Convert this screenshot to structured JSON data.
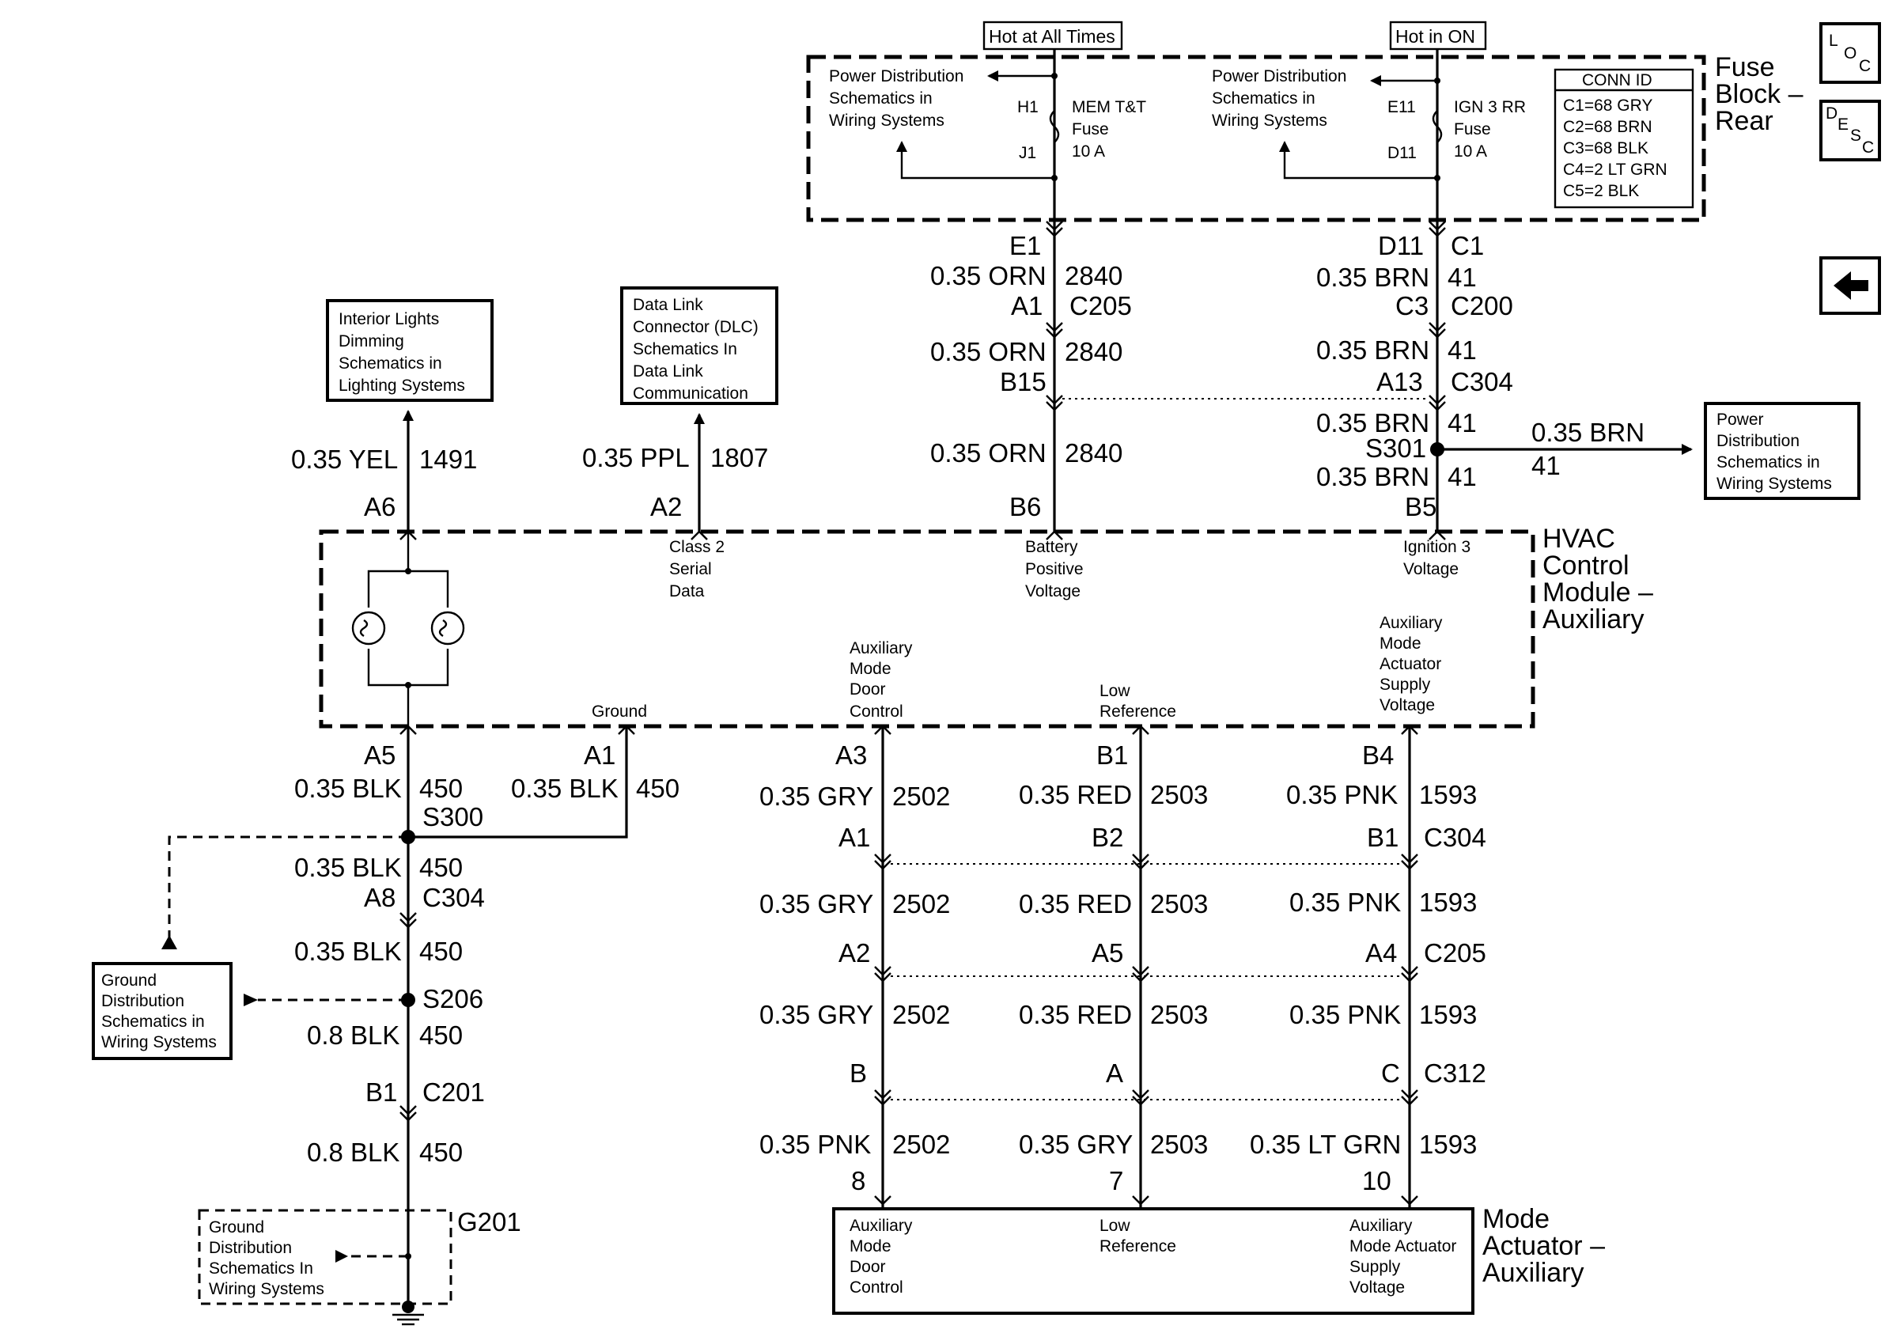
{
  "top_sources": {
    "hot_at_all_times": "Hot at All Times",
    "hot_in_on": "Hot in ON"
  },
  "fuse_block": {
    "title": [
      "Fuse",
      "Block –",
      "Rear"
    ],
    "pd_left": [
      "Power Distribution",
      "Schematics in",
      "Wiring Systems"
    ],
    "pd_right": [
      "Power Distribution",
      "Schematics in",
      "Wiring Systems"
    ],
    "fuse1": {
      "in": "H1",
      "out": "J1",
      "label": [
        "MEM T&T",
        "Fuse",
        "10 A"
      ]
    },
    "fuse2": {
      "in": "E11",
      "out": "D11",
      "label": [
        "IGN 3 RR",
        "Fuse",
        "10 A"
      ]
    },
    "conn_id": {
      "title": "CONN ID",
      "rows": [
        "C1=68 GRY",
        "C2=68 BRN",
        "C3=68 BLK",
        "C4=2 LT GRN",
        "C5=2 BLK"
      ]
    }
  },
  "nav": {
    "loc": [
      "L",
      "O",
      "C"
    ],
    "desc": [
      "D",
      "E",
      "S",
      "C"
    ],
    "back_icon": "left-arrow-icon"
  },
  "upper_wires": {
    "w2840": {
      "e1": "E1",
      "color1": "0.35 ORN",
      "num1": "2840",
      "a1": "A1",
      "c205": "C205",
      "color2": "0.35 ORN",
      "num2": "2840",
      "b15": "B15",
      "color3": "0.35 ORN",
      "num3": "2840",
      "b6": "B6"
    },
    "w41": {
      "d11": "D11",
      "c1": "C1",
      "color1": "0.35 BRN",
      "num1": "41",
      "c3": "C3",
      "c200": "C200",
      "color2": "0.35 BRN",
      "num2": "41",
      "a13": "A13",
      "c304": "C304",
      "color3": "0.35 BRN",
      "num3": "41",
      "s301": "S301",
      "color4": "0.35 BRN",
      "num4": "41",
      "b5": "B5",
      "branch_color": "0.35 BRN",
      "branch_num": "41"
    },
    "w1491": {
      "color": "0.35 YEL",
      "num": "1491",
      "pin": "A6"
    },
    "w1807": {
      "color": "0.35 PPL",
      "num": "1807",
      "pin": "A2"
    }
  },
  "boxes": {
    "interior_lights": [
      "Interior Lights",
      "Dimming",
      "Schematics in",
      "Lighting Systems"
    ],
    "dlc": [
      "Data Link",
      "Connector (DLC)",
      "Schematics In",
      "Data Link",
      "Communication"
    ],
    "pd_right": [
      "Power",
      "Distribution",
      "Schematics in",
      "Wiring Systems"
    ],
    "ground_dist": [
      "Ground",
      "Distribution",
      "Schematics in",
      "Wiring Systems"
    ],
    "ground_bottom": [
      "Ground",
      "Distribution",
      "Schematics In",
      "Wiring Systems"
    ]
  },
  "hvac": {
    "title": [
      "HVAC",
      "Control",
      "Module –",
      "Auxiliary"
    ],
    "class2": [
      "Class 2",
      "Serial",
      "Data"
    ],
    "battery": [
      "Battery",
      "Positive",
      "Voltage"
    ],
    "ignition": [
      "Ignition 3",
      "Voltage"
    ],
    "ground": "Ground",
    "aux_door": [
      "Auxiliary",
      "Mode",
      "Door",
      "Control"
    ],
    "low_ref": [
      "Low",
      "Reference"
    ],
    "aux_supply": [
      "Auxiliary",
      "Mode",
      "Actuator",
      "Supply",
      "Voltage"
    ]
  },
  "ground_wires": {
    "a5": "A5",
    "c1": "0.35 BLK",
    "n1": "450",
    "s300": "S300",
    "a1": "A1",
    "c1b": "0.35 BLK",
    "n1b": "450",
    "c2": "0.35 BLK",
    "n2": "450",
    "a8": "A8",
    "c304": "C304",
    "c3": "0.35 BLK",
    "n3": "450",
    "s206": "S206",
    "c4": "0.8 BLK",
    "n4": "450",
    "b1": "B1",
    "c201": "C201",
    "c5": "0.8 BLK",
    "n5": "450",
    "g201": "G201"
  },
  "lower_wires": {
    "col1": {
      "pin_top": "A3",
      "color1": "0.35 GRY",
      "num1": "2502",
      "p2": "A1",
      "color2": "0.35 GRY",
      "num2": "2502",
      "p3": "A2",
      "color3": "0.35 GRY",
      "num3": "2502",
      "p4": "B",
      "color4": "0.35 PNK",
      "num4": "2502",
      "p5": "8"
    },
    "col2": {
      "pin_top": "B1",
      "color1": "0.35 RED",
      "num1": "2503",
      "p2": "B2",
      "color2": "0.35 RED",
      "num2": "2503",
      "p3": "A5",
      "color3": "0.35 RED",
      "num3": "2503",
      "p4": "A",
      "color4": "0.35 GRY",
      "num4": "2503",
      "p5": "7"
    },
    "col3": {
      "pin_top": "B4",
      "color1": "0.35 PNK",
      "num1": "1593",
      "p2": "B1",
      "conn2": "C304",
      "color2": "0.35 PNK",
      "num2": "1593",
      "p3": "A4",
      "conn3": "C205",
      "color3": "0.35 PNK",
      "num3": "1593",
      "p4": "C",
      "conn4": "C312",
      "color4": "0.35 LT GRN",
      "num4": "1593",
      "p5": "10"
    }
  },
  "actuator": {
    "title": [
      "Mode",
      "Actuator –",
      "Auxiliary"
    ],
    "aux_door": [
      "Auxiliary",
      "Mode",
      "Door",
      "Control"
    ],
    "low_ref": [
      "Low",
      "Reference"
    ],
    "aux_supply": [
      "Auxiliary",
      "Mode Actuator",
      "Supply",
      "Voltage"
    ]
  }
}
